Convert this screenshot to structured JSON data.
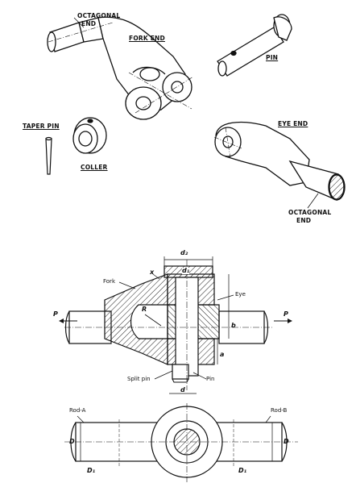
{
  "iso_labels": {
    "octagonal_end_top_1": "OCTAGONAL",
    "octagonal_end_top_2": "END",
    "fork_end": "FORK END",
    "pin": "PIN",
    "taper_pin": "TAPER PIN",
    "coller": "COLLER",
    "eye_end": "EYE END",
    "octagonal_end_bottom_1": "OCTAGONAL",
    "octagonal_end_bottom_2": "END"
  },
  "section_labels": {
    "d2": "d₂",
    "d1": "d₁",
    "x": "x",
    "fork": "Fork",
    "eye": "Eye",
    "R": "R",
    "b": "b",
    "a": "a",
    "P_left": "P",
    "P_right": "P",
    "split_pin": "Split pin",
    "pin": "Pin",
    "d": "d"
  },
  "plan_labels": {
    "rod_a": "Rod-A",
    "rod_b": "Rod-B",
    "D_left": "D",
    "D_right": "D",
    "D1_left": "D₁",
    "D1_right": "D₁"
  },
  "colors": {
    "ink": "#111111",
    "hatch": "#222222",
    "paper": "#ffffff"
  }
}
